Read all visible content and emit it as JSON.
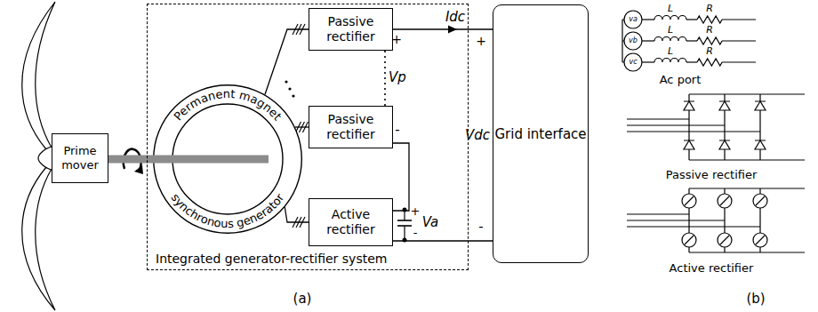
{
  "diagram": {
    "nodes": [
      {
        "text": [
          "Prime mover"
        ]
      },
      {
        "text": [
          "Integrated generator-rectifier system"
        ]
      },
      {
        "text": [
          "Permanent magnet",
          "synchronous generator"
        ],
        "in": 1
      },
      {
        "text": [
          "Passive rectifier"
        ],
        "in": 1
      },
      {
        "text": [
          "Passive rectifier"
        ],
        "in": 1
      },
      {
        "text": [
          "Active rectifier"
        ],
        "in": 1
      },
      {
        "text": [
          "Grid interface"
        ]
      }
    ],
    "edges": [
      {
        "from": 0,
        "to": 2,
        "arrow": "none"
      },
      {
        "from": 2,
        "to": 3,
        "arrow": "none"
      },
      {
        "from": 2,
        "to": 4,
        "arrow": "none"
      },
      {
        "from": 2,
        "to": 5,
        "arrow": "none"
      },
      {
        "from": 3,
        "to": 6,
        "label": "Idc",
        "arrow": "to"
      },
      {
        "from": 3,
        "to": 4,
        "arrow": "none"
      },
      {
        "from": 4,
        "to": 5,
        "arrow": "none"
      },
      {
        "from": 5,
        "to": 6,
        "arrow": "none"
      }
    ],
    "labels": [
      "+",
      "+",
      "Vp",
      "-",
      "+",
      "Va",
      "-",
      "Vdc",
      "-",
      "(a)",
      "va",
      "L",
      "R",
      "vb",
      "L",
      "R",
      "vc",
      "L",
      "R",
      "Ac port",
      "Passive rectifier",
      "Active rectifier",
      "(b)"
    ]
  }
}
